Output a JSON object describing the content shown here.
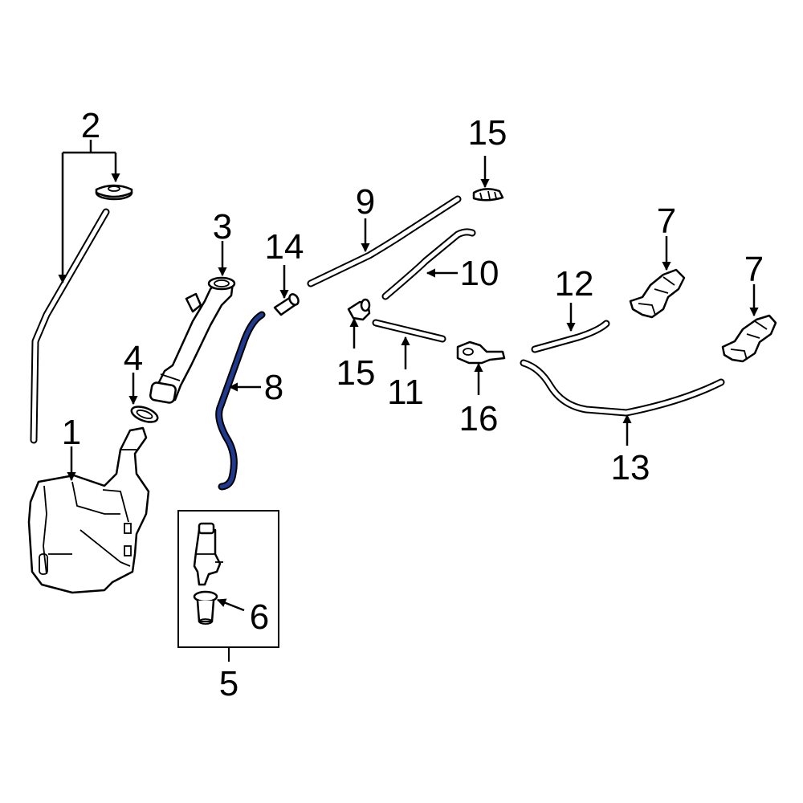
{
  "diagram": {
    "highlight_color": "#1f3a8f",
    "highlighted_part": "8",
    "callouts": {
      "c1": "1",
      "c2": "2",
      "c3": "3",
      "c4": "4",
      "c5": "5",
      "c6": "6",
      "c7a": "7",
      "c7b": "7",
      "c8": "8",
      "c9": "9",
      "c10": "10",
      "c11": "11",
      "c12": "12",
      "c13": "13",
      "c14": "14",
      "c15a": "15",
      "c15b": "15",
      "c16": "16"
    }
  }
}
